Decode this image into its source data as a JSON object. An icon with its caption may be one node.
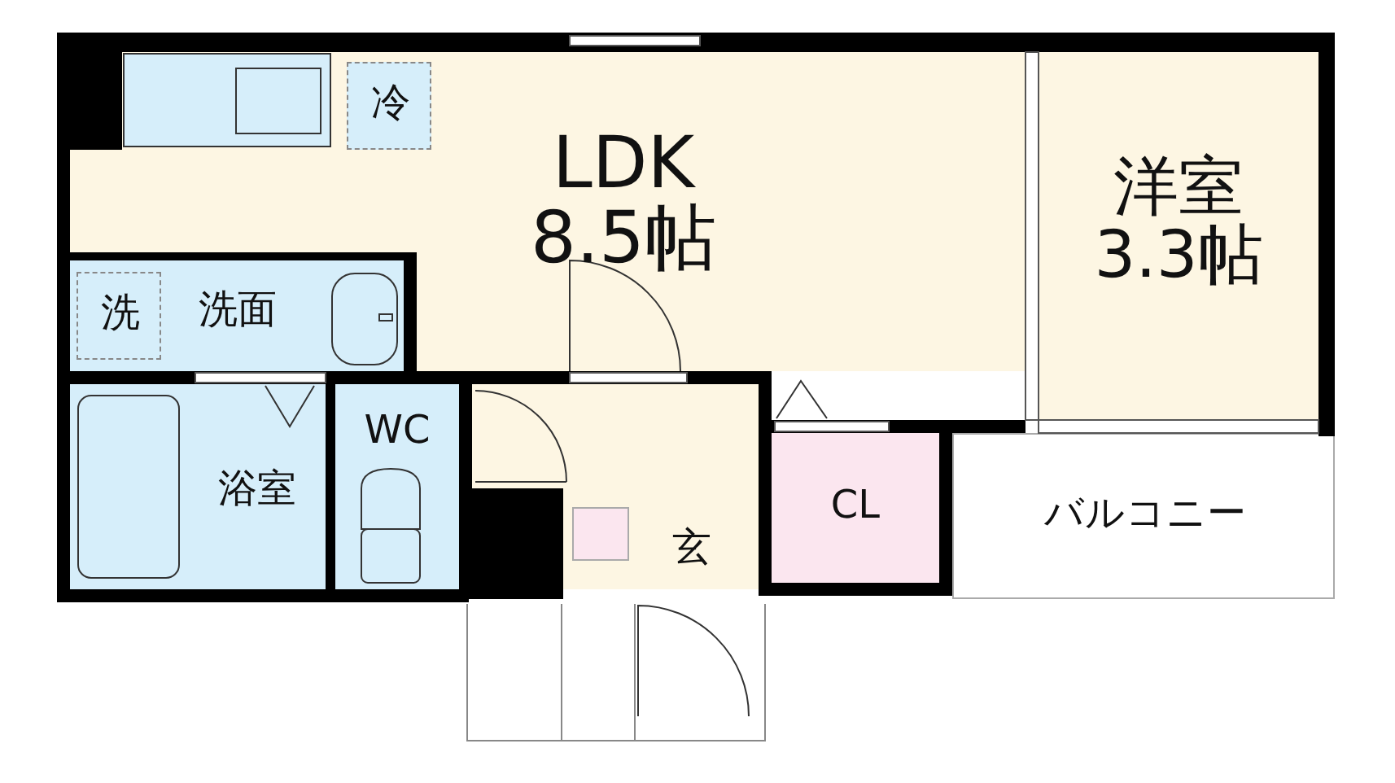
{
  "diagram": {
    "nodes": [
      {
        "text": [
          "LDK 8.5帖"
        ]
      },
      {
        "text": [
          "冷"
        ],
        "in": 0
      },
      {
        "text": [
          "洋室 3.3帖"
        ]
      },
      {
        "text": [
          "洗面"
        ]
      },
      {
        "text": [
          "洗"
        ],
        "in": 3
      },
      {
        "text": [
          "浴室"
        ]
      },
      {
        "text": [
          "WC"
        ]
      },
      {
        "text": [
          "玄"
        ]
      },
      {
        "text": [
          "CL"
        ]
      },
      {
        "text": [
          "バルコニー"
        ]
      }
    ]
  }
}
